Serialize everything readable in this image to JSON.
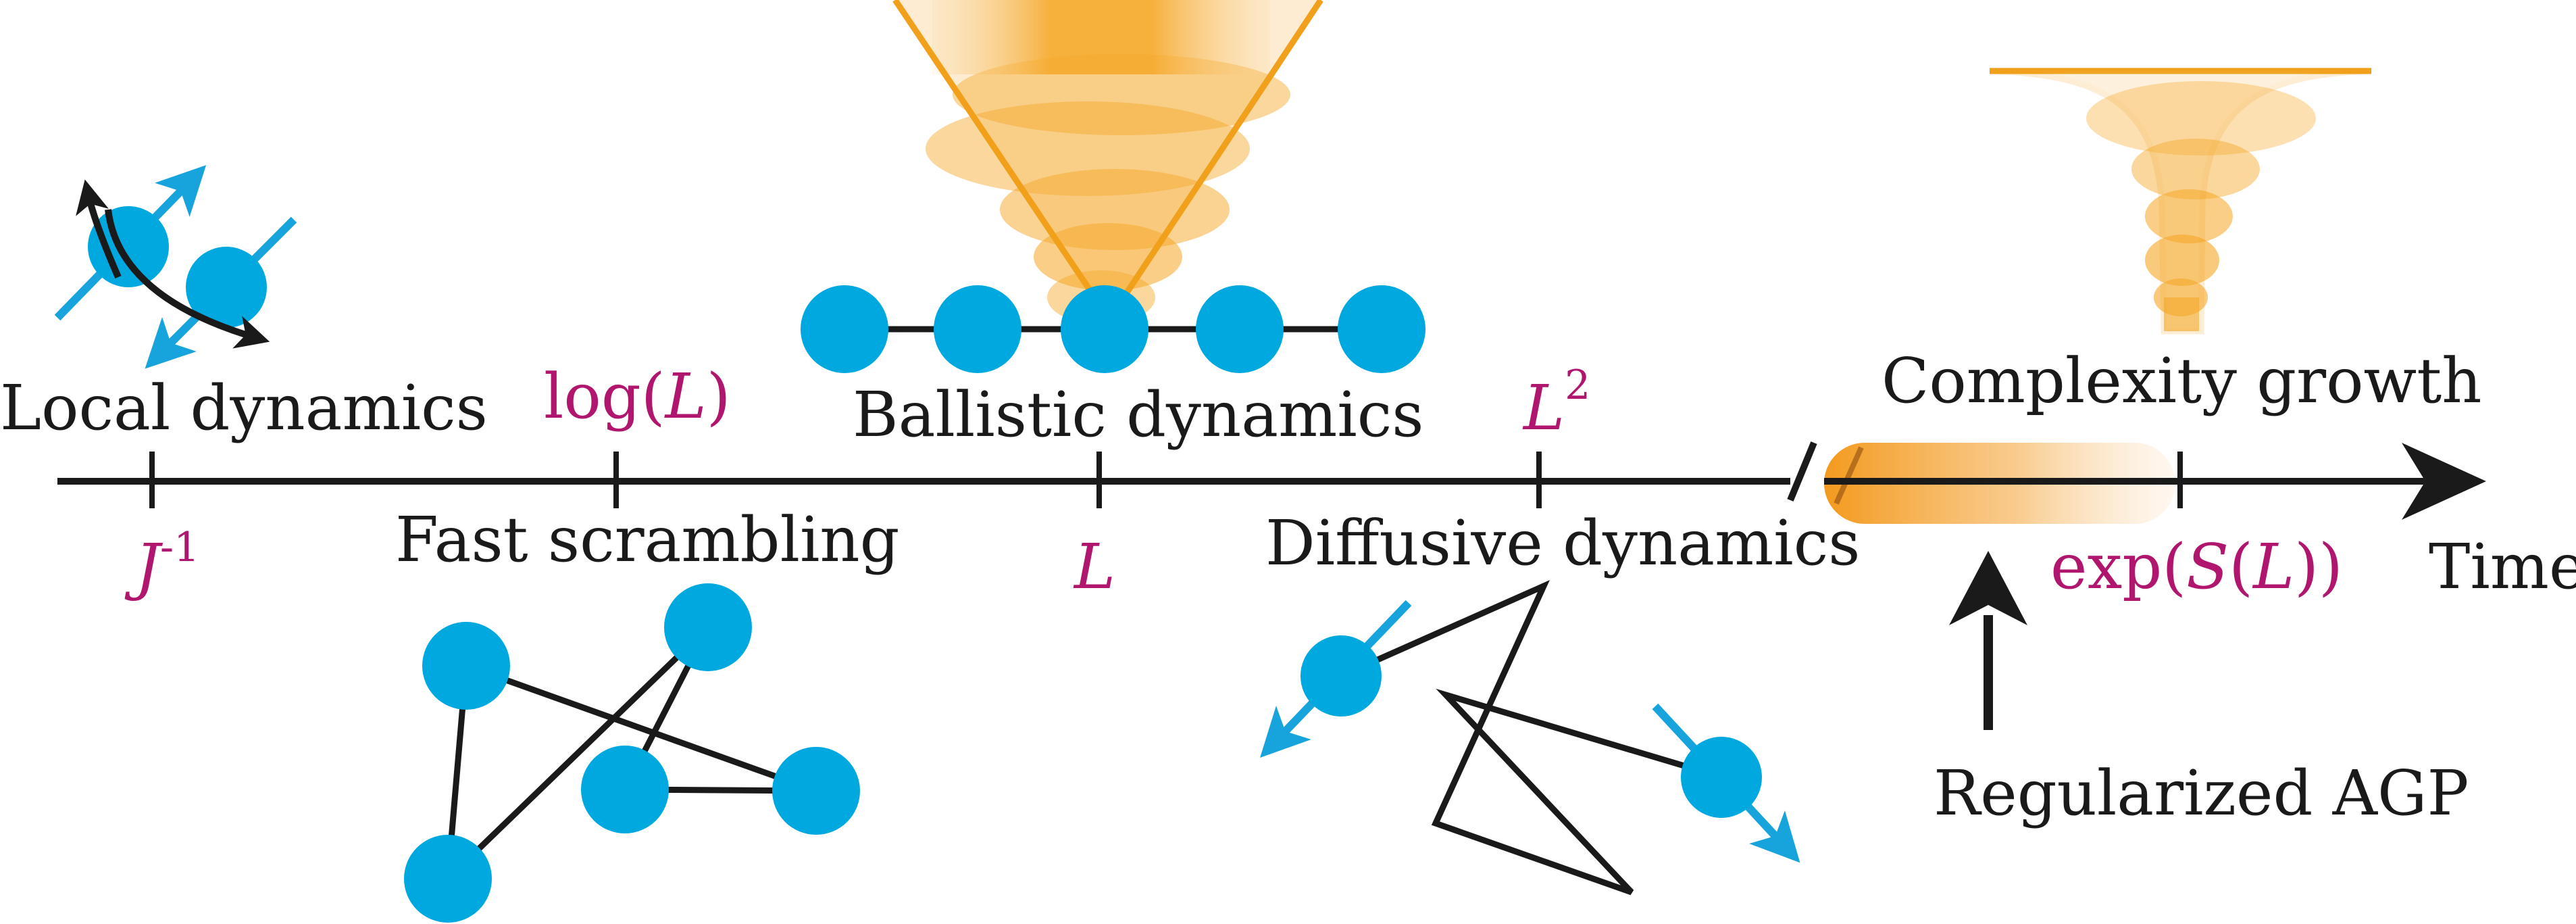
{
  "colors": {
    "axis": "#1a1a1a",
    "node": "#00a8e0",
    "spin_arrow": "#17a3dc",
    "orange": "#f5a623",
    "orange_fill": "#f7b347",
    "tick_label": "#b0166e",
    "text": "#1a1a1a"
  },
  "axis": {
    "end_label": "Time"
  },
  "regions": {
    "local": "Local dynamics",
    "fast_scrambling": "Fast scrambling",
    "ballistic": "Ballistic dynamics",
    "diffusive": "Diffusive dynamics",
    "complexity": "Complexity growth",
    "agp": "Regularized AGP"
  },
  "ticks": {
    "j_inv": {
      "base": "J",
      "sup": "-1"
    },
    "log_l": {
      "pre": "log(",
      "var": "L",
      "post": ")"
    },
    "l": {
      "var": "L"
    },
    "l_sq": {
      "base": "L",
      "sup": "2"
    },
    "exp_s": {
      "pre": "exp(",
      "var": "S",
      "mid": "(",
      "var2": "L",
      "post": "))"
    }
  },
  "icons": {
    "spin_pair": "spin-pair-exchange-icon",
    "all_to_all": "all-to-all-graph-icon",
    "chain": "spin-chain-icon",
    "random_walk": "random-walk-icon",
    "cone": "light-cone-icon",
    "funnel": "complexity-funnel-icon"
  }
}
